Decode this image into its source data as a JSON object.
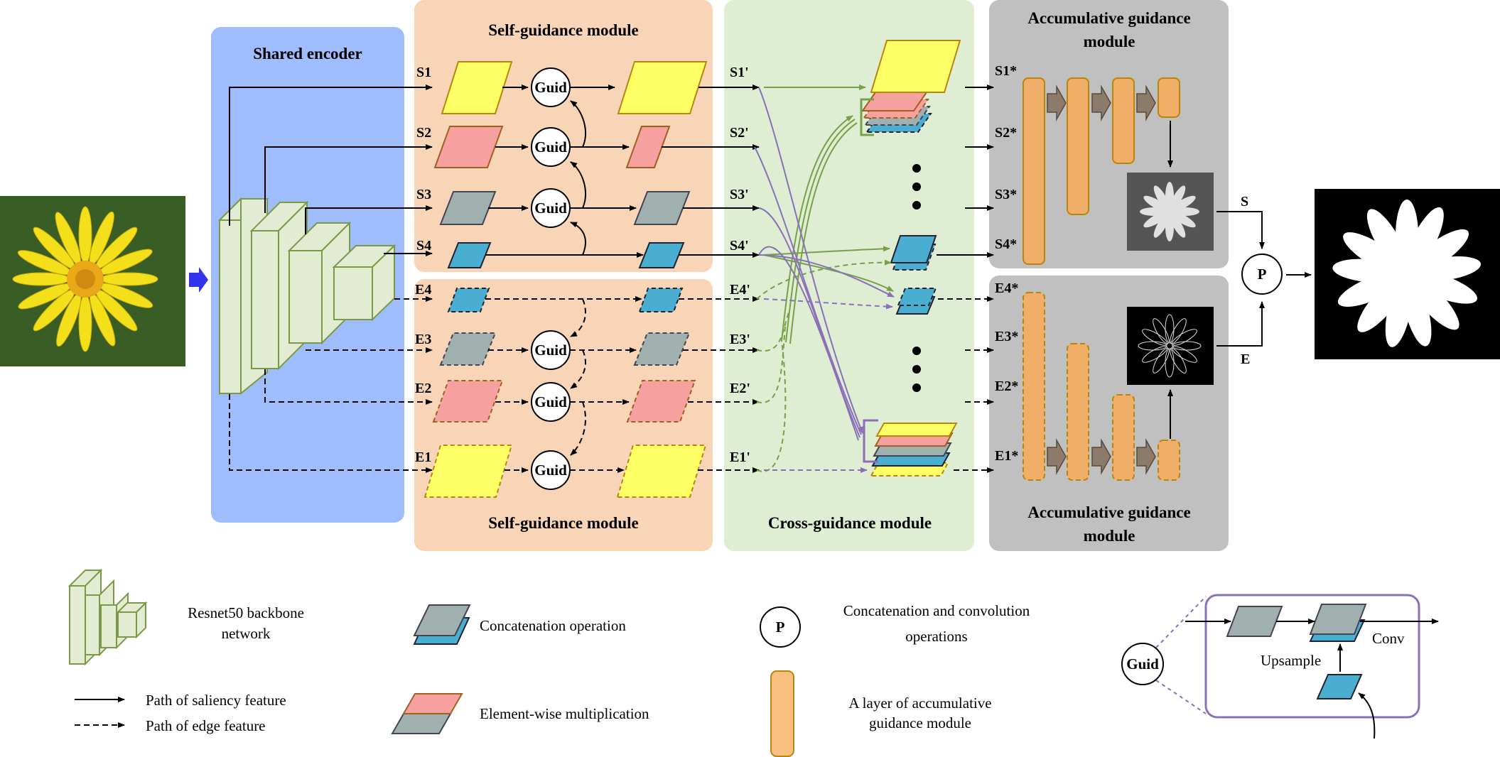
{
  "modules": {
    "shared_encoder": "Shared encoder",
    "self_guidance_top": "Self-guidance module",
    "self_guidance_bottom": "Self-guidance module",
    "cross_guidance": "Cross-guidance module",
    "accumulative_top_l1": "Accumulative guidance",
    "accumulative_top_l2": "module",
    "accumulative_bottom_l1": "Accumulative guidance",
    "accumulative_bottom_l2": "module"
  },
  "nodes": {
    "guid": "Guid",
    "p": "P",
    "s_out": "S",
    "e_out": "E"
  },
  "labels": {
    "s1": "S1",
    "s2": "S2",
    "s3": "S3",
    "s4": "S4",
    "e1": "E1",
    "e2": "E2",
    "e3": "E3",
    "e4": "E4",
    "s1p": "S1'",
    "s2p": "S2'",
    "s3p": "S3'",
    "s4p": "S4'",
    "e1p": "E1'",
    "e2p": "E2'",
    "e3p": "E3'",
    "e4p": "E4'",
    "s1s": "S1*",
    "s2s": "S2*",
    "s3s": "S3*",
    "s4s": "S4*",
    "e1s": "E1*",
    "e2s": "E2*",
    "e3s": "E3*",
    "e4s": "E4*"
  },
  "legend": {
    "resnet_l1": "Resnet50 backbone",
    "resnet_l2": "network",
    "saliency_path": "Path of saliency feature",
    "edge_path": "Path of edge feature",
    "concat": "Concatenation operation",
    "elementwise": "Element-wise multiplication",
    "concat_conv_l1": "Concatenation and convolution",
    "concat_conv_l2": "operations",
    "acc_layer_l1": "A layer of accumulative",
    "acc_layer_l2": "guidance module",
    "guid_node": "Guid",
    "p_node": "P",
    "upsample": "Upsample",
    "conv": "Conv"
  },
  "colors": {
    "encoder_bg": "#9fbdfc",
    "self_guid_bg": "#f9d5b8",
    "cross_guid_bg": "#dfedd3",
    "acc_guid_bg": "#c0c0c0",
    "yellow": "#ffff66",
    "pink": "#f7a0a0",
    "gray": "#9fb0ae",
    "blue": "#4aaed0",
    "orange": "#f0ae69",
    "resnet_fill": "#e3ecd3",
    "resnet_stroke": "#7a9a45",
    "purple": "#8a70b8",
    "green": "#78a048",
    "arrow_blue": "#3333ee"
  }
}
